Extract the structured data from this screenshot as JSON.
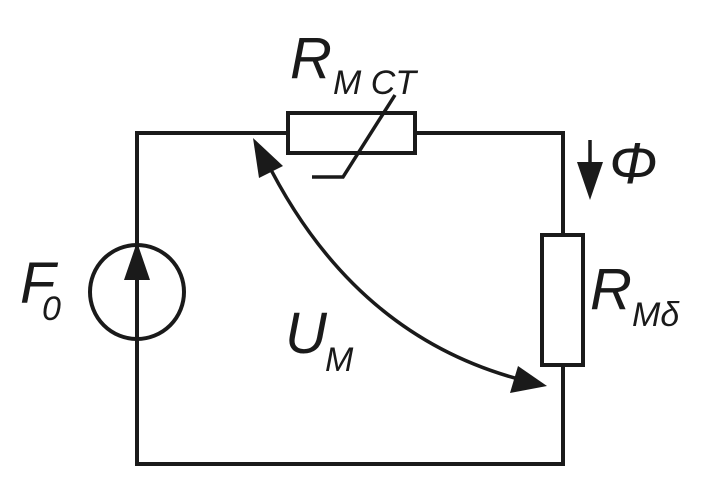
{
  "labels": {
    "nonlinear_resistor": {
      "main": "R",
      "sub": "M CT"
    },
    "source": {
      "main": "F",
      "sub": "0"
    },
    "flux": {
      "main": "Φ"
    },
    "gap_resistor": {
      "main": "R",
      "sub": "Mδ"
    },
    "voltage": {
      "main": "U",
      "sub": "M"
    }
  },
  "colors": {
    "ink": "#1a1a1a",
    "background": "#ffffff"
  }
}
